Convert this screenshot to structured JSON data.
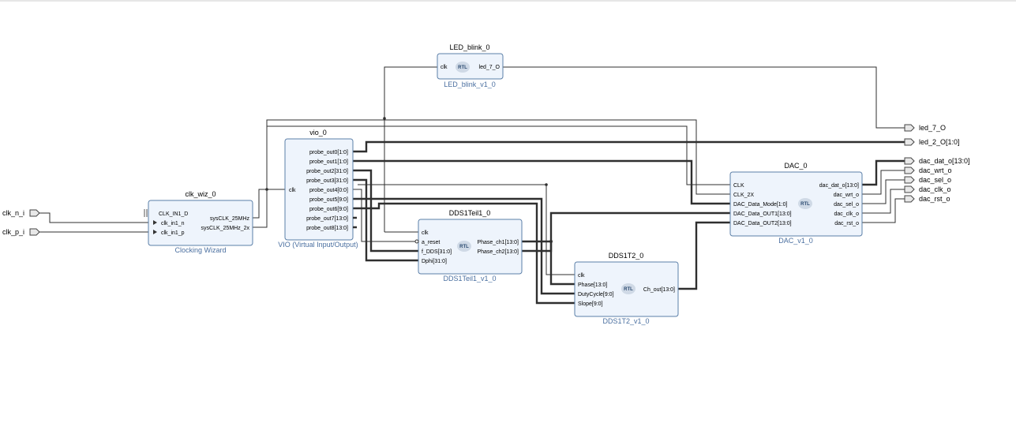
{
  "colors": {
    "block_fill": "#eef4fc",
    "block_border": "#5b7fa8",
    "module_text": "#4a6fa0",
    "wire": "#2f2f2f"
  },
  "icons": {
    "rtl_badge": "rtl-icon",
    "external_port": "port-arrow-icon"
  },
  "external_inputs": [
    "clk_n_i",
    "clk_p_i"
  ],
  "external_outputs": [
    "led_7_O",
    "led_2_O[1:0]",
    "dac_dat_o[13:0]",
    "dac_wrt_o",
    "dac_sel_o",
    "dac_clk_o",
    "dac_rst_o"
  ],
  "blocks": {
    "led_blink": {
      "instance": "LED_blink_0",
      "module": "LED_blink_v1_0",
      "inputs": [
        "clk"
      ],
      "outputs": [
        "led_7_O"
      ],
      "badge": "RTL"
    },
    "clk_wiz": {
      "instance": "clk_wiz_0",
      "module": "Clocking Wizard",
      "inputs": [
        "CLK_IN1_D",
        "clk_in1_n",
        "clk_in1_p"
      ],
      "outputs": [
        "sysCLK_25MHz",
        "sysCLK_25MHz_2x"
      ]
    },
    "vio": {
      "instance": "vio_0",
      "module": "VIO (Virtual Input/Output)",
      "inputs": [
        "clk"
      ],
      "outputs": [
        "probe_out0[1:0]",
        "probe_out1[1:0]",
        "probe_out2[31:0]",
        "probe_out3[31:0]",
        "probe_out4[0:0]",
        "probe_out5[9:0]",
        "probe_out6[9:0]",
        "probe_out7[13:0]",
        "probe_out8[13:0]"
      ]
    },
    "dds1teil1": {
      "instance": "DDS1Teil1_0",
      "module": "DDS1Teil1_v1_0",
      "inputs": [
        "clk",
        "a_reset",
        "f_DDS[31:0]",
        "Dphi[31:0]"
      ],
      "outputs": [
        "Phase_ch1[13:0]",
        "Phase_ch2[13:0]"
      ],
      "badge": "RTL"
    },
    "dds1t2": {
      "instance": "DDS1T2_0",
      "module": "DDS1T2_v1_0",
      "inputs": [
        "clk",
        "Phase[13:0]",
        "DutyCycle[9:0]",
        "Slope[9:0]"
      ],
      "outputs": [
        "Ch_out[13:0]"
      ],
      "badge": "RTL"
    },
    "dac": {
      "instance": "DAC_0",
      "module": "DAC_v1_0",
      "inputs": [
        "CLK",
        "CLK_2X",
        "DAC_Data_Mode[1:0]",
        "DAC_Data_OUT1[13:0]",
        "DAC_Data_OUT2[13:0]"
      ],
      "outputs": [
        "dac_dat_o[13:0]",
        "dac_wrt_o",
        "dac_sel_o",
        "dac_clk_o",
        "dac_rst_o"
      ],
      "badge": "RTL"
    }
  }
}
